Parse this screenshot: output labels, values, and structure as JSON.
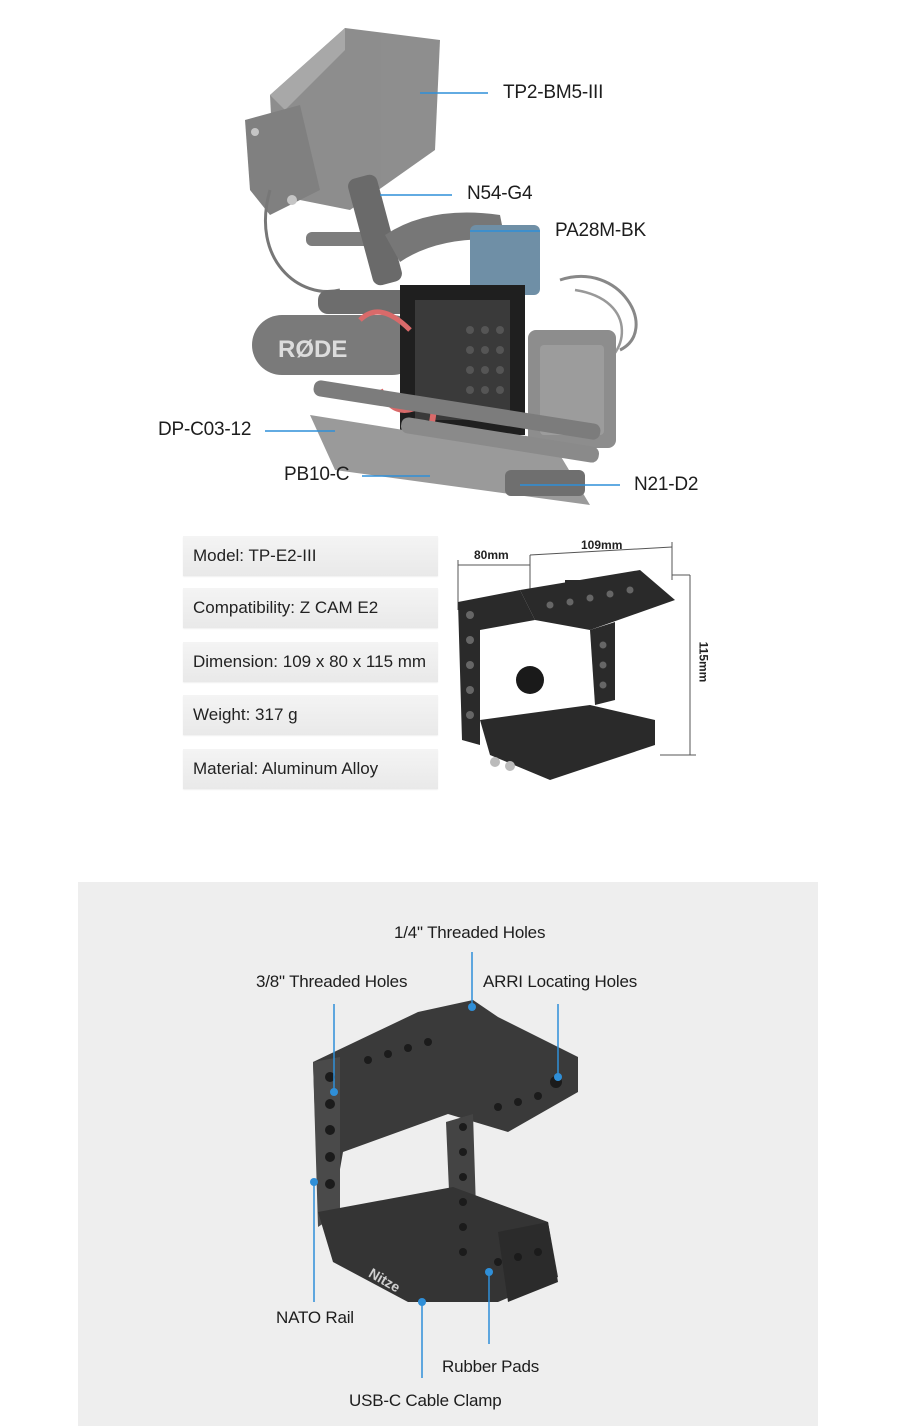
{
  "top_callouts": [
    {
      "key": "monitor",
      "text": "TP2-BM5-III"
    },
    {
      "key": "clamp",
      "text": "N54-G4"
    },
    {
      "key": "handle",
      "text": "PA28M-BK"
    },
    {
      "key": "rails",
      "text": "DP-C03-12"
    },
    {
      "key": "baseplate",
      "text": "PB10-C"
    },
    {
      "key": "rail_clamp",
      "text": "N21-D2"
    }
  ],
  "specs": [
    {
      "label": "Model: TP-E2-III"
    },
    {
      "label": "Compatibility: Z CAM E2"
    },
    {
      "label": "Dimension: 109 x 80 x 115 mm"
    },
    {
      "label": "Weight: 317 g"
    },
    {
      "label": "Material: Aluminum Alloy"
    }
  ],
  "dimensions": {
    "width": "80mm",
    "length": "109mm",
    "height": "115mm"
  },
  "feature_callouts": [
    {
      "key": "quarter",
      "text": "1/4\" Threaded Holes"
    },
    {
      "key": "threeeighths",
      "text": "3/8\" Threaded Holes"
    },
    {
      "key": "arri",
      "text": "ARRI Locating Holes"
    },
    {
      "key": "nato",
      "text": "NATO Rail"
    },
    {
      "key": "rubber",
      "text": "Rubber Pads"
    },
    {
      "key": "usbc",
      "text": "USB-C Cable Clamp"
    }
  ],
  "brand": {
    "cage_text": "Nitze",
    "mic_text": "RØDE"
  },
  "colors": {
    "accent_line": "#2f8fd8",
    "cage": "#2c2c2c",
    "rig_gray": "#8a8a8a",
    "panel": "#eeeeee"
  }
}
